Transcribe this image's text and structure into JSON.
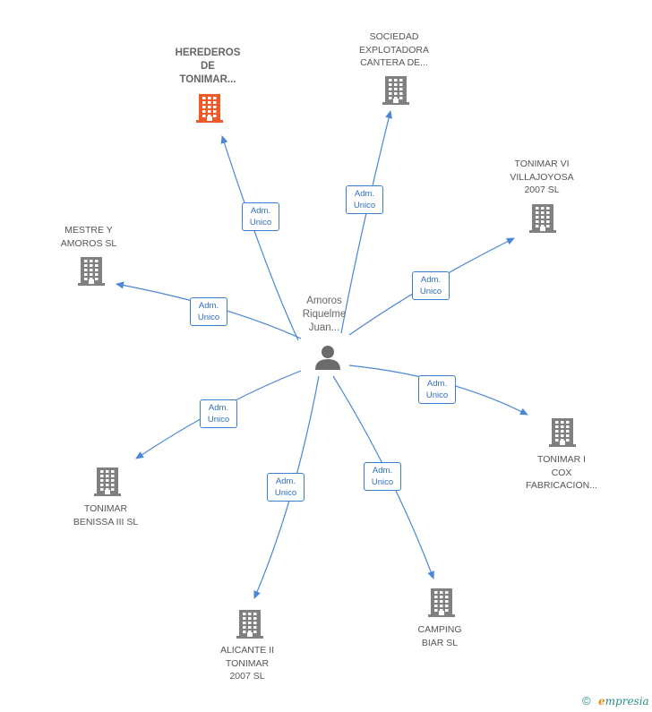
{
  "center": {
    "label": "Amoros\nRiquelme\nJuan..."
  },
  "edge_label": "Adm.\nUnico",
  "colors": {
    "main": "#f05a28",
    "normal": "#808080",
    "edge": "#4a86d6"
  },
  "companies": [
    {
      "id": "herederos",
      "label": "HEREDEROS\nDE\nTONIMAR...",
      "main": true
    },
    {
      "id": "sociedad",
      "label": "SOCIEDAD\nEXPLOTADORA\nCANTERA DE...",
      "main": false
    },
    {
      "id": "villajoyosa",
      "label": "TONIMAR VI\nVILLAJOYOSA\n2007 SL",
      "main": false
    },
    {
      "id": "mestre",
      "label": "MESTRE Y\nAMOROS SL",
      "main": false
    },
    {
      "id": "cox",
      "label": "TONIMAR I\nCOX\nFABRICACION...",
      "main": false
    },
    {
      "id": "benissa",
      "label": "TONIMAR\nBENISSA III SL",
      "main": false
    },
    {
      "id": "alicante",
      "label": "ALICANTE II\nTONIMAR\n2007 SL",
      "main": false
    },
    {
      "id": "camping",
      "label": "CAMPING\nBIAR SL",
      "main": false
    }
  ],
  "footer": {
    "copyright": "©",
    "brand_e": "e",
    "brand_rest": "mpresia"
  }
}
